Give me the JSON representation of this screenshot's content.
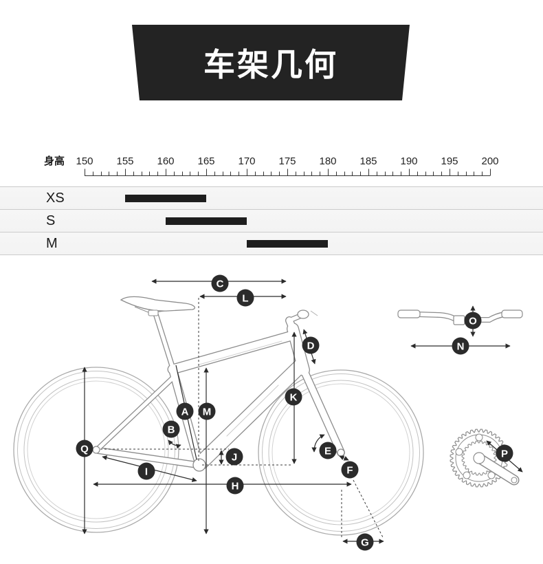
{
  "title": "车架几何",
  "size_chart": {
    "axis": {
      "label": "身高",
      "ticks": [
        150,
        155,
        160,
        165,
        170,
        175,
        180,
        185,
        190,
        195,
        200
      ],
      "range": [
        150,
        200
      ],
      "minor_tick_step": 1
    },
    "rows": [
      {
        "size": "XS",
        "min": 155,
        "max": 165
      },
      {
        "size": "S",
        "min": 160,
        "max": 170
      },
      {
        "size": "M",
        "min": 170,
        "max": 180
      }
    ]
  },
  "diagram": {
    "markers": [
      "A",
      "B",
      "C",
      "D",
      "E",
      "F",
      "G",
      "H",
      "I",
      "J",
      "K",
      "L",
      "M",
      "N",
      "O",
      "P",
      "Q"
    ]
  },
  "colors": {
    "banner": "#232323",
    "bar": "#1e1e1e",
    "marker": "#2b2b2b",
    "row_background": "#f3f3f3",
    "line_art": "#8c8c8c"
  }
}
